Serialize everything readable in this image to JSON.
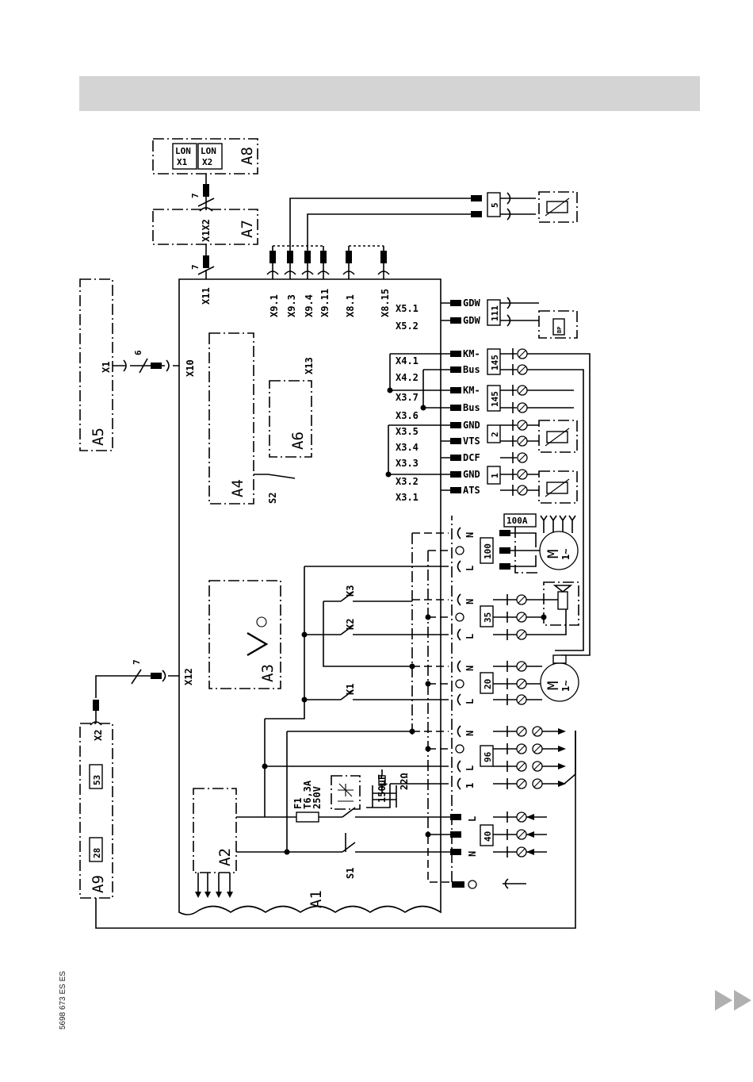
{
  "page": {
    "doc_code": "5698 673 ES ES"
  },
  "modules": {
    "A1": "A1",
    "A2": "A2",
    "A3": "A3",
    "A4": "A4",
    "A5": "A5",
    "A6": "A6",
    "A7": "A7",
    "A8": "A8",
    "A9": "A9"
  },
  "lon": {
    "x1": "X1",
    "x2": "X2",
    "lon": "LON"
  },
  "connectors": {
    "x1": "X1",
    "x2": "X2",
    "x10": "X10",
    "x11": "X11",
    "x12": "X12",
    "x13": "X13",
    "x1x2": "X1X2",
    "top": [
      "X9.1",
      "X9.3",
      "X9.4",
      "X9.11",
      "X8.1",
      "X8.15"
    ],
    "right": [
      "X5.1",
      "X5.2",
      "X4.1",
      "X4.2",
      "X3.7",
      "X3.6",
      "X3.5",
      "X3.4",
      "X3.3",
      "X3.2",
      "X3.1"
    ]
  },
  "signals": [
    "GDW",
    "GDW",
    "KM-",
    "Bus",
    "KM-",
    "Bus",
    "GND",
    "VTS",
    "DCF",
    "GND",
    "ATS"
  ],
  "numbers": {
    "n5": "5",
    "n111": "111",
    "n145a": "145",
    "n145b": "145",
    "n2": "2",
    "n1": "1",
    "n100": "100",
    "n100a": "100A",
    "n35": "35",
    "n20": "20",
    "n96": "96",
    "n40": "40",
    "n53": "53",
    "n28": "28"
  },
  "wire_counts": {
    "w7a": "7",
    "w7b": "7",
    "w6": "6",
    "w7c": "7"
  },
  "relays": {
    "k1": "K1",
    "k2": "K2",
    "k3": "K3",
    "s1": "S1",
    "s2": "S2"
  },
  "phases": {
    "n": "N",
    "l": "L",
    "one": "1",
    "earth": "⏚"
  },
  "fuse": {
    "name": "F1",
    "rating": "T6,3A",
    "voltage": "250V"
  },
  "capacitor": {
    "cap": "150µF",
    "res": "22Ω"
  },
  "motor": {
    "m": "M",
    "phase": "1~"
  },
  "sensor": {
    "bp": "BP"
  }
}
